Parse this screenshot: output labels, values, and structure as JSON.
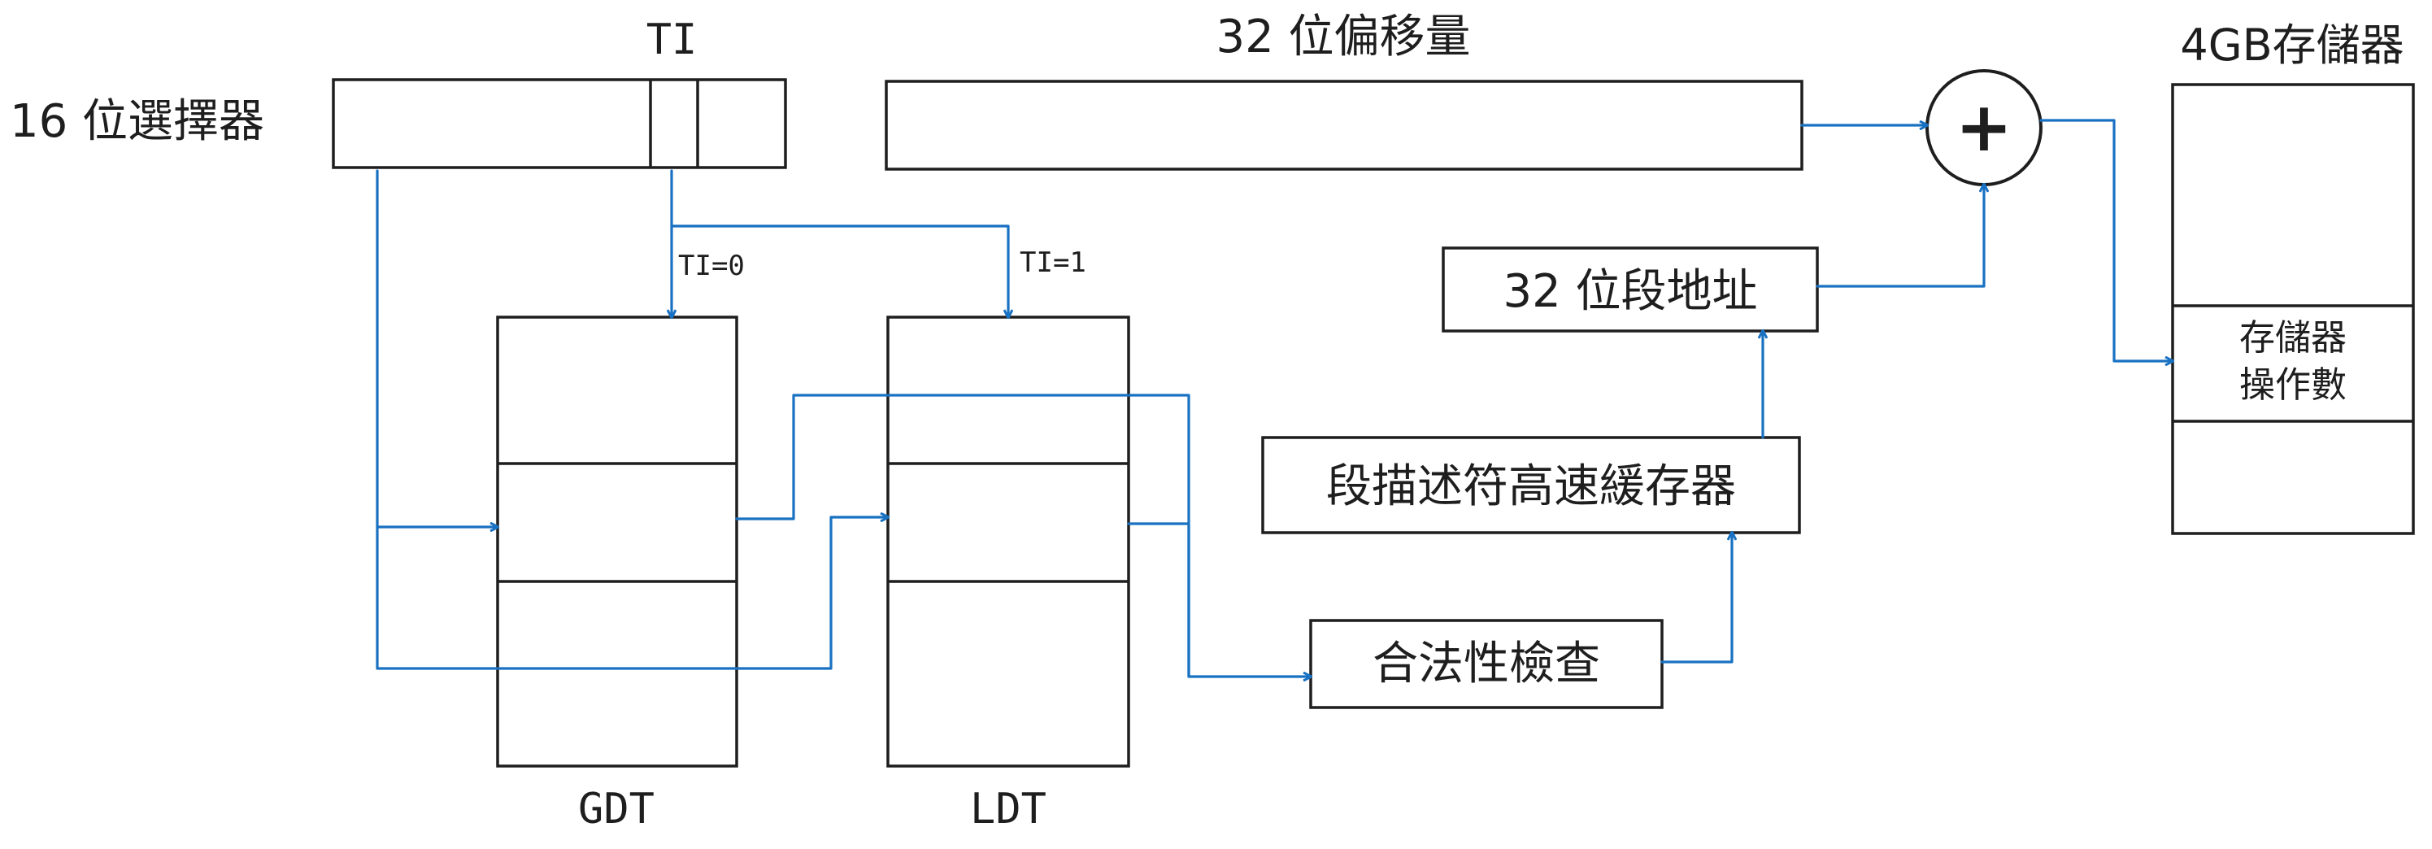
{
  "colors": {
    "arrow": "#1971c2",
    "stroke": "#1e1e1e"
  },
  "labels": {
    "ti_title": "TI",
    "selector": "16 位選擇器",
    "offset": "32 位偏移量",
    "memory_title": "4GB存儲器",
    "ti0": "TI=0",
    "ti1": "TI=1",
    "segment_address": "32 位段地址",
    "descriptor_cache": "段描述符高速緩存器",
    "validity_check": "合法性檢查",
    "gdt": "GDT",
    "ldt": "LDT",
    "operand_line1": "存儲器",
    "operand_line2": "操作數",
    "adder_symbol": "+"
  }
}
